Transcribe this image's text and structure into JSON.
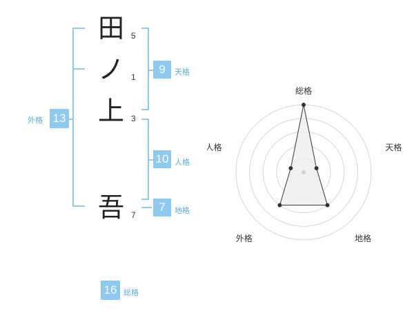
{
  "name_chars": [
    {
      "char": "田",
      "strokes": "5"
    },
    {
      "char": "ノ",
      "strokes": "1"
    },
    {
      "char": "上",
      "strokes": "3"
    },
    {
      "char": "吾",
      "strokes": "7"
    }
  ],
  "fortunes": {
    "tenkaku": {
      "value": "9",
      "label": "天格"
    },
    "jinkaku": {
      "value": "10",
      "label": "人格"
    },
    "chikaku": {
      "value": "7",
      "label": "地格"
    },
    "gaikaku": {
      "value": "13",
      "label": "外格"
    },
    "soukaku": {
      "value": "16",
      "label": "総格"
    }
  },
  "chart_data": {
    "type": "radar",
    "axes": [
      "総格",
      "天格",
      "地格",
      "外格",
      "人格"
    ],
    "values": [
      5,
      1,
      3,
      3,
      1
    ],
    "max": 5,
    "rings": 5,
    "fill": "#eeeeee",
    "line_color": "#333333"
  },
  "colors": {
    "accent": "#8ec9ef",
    "label": "#5aaee0"
  }
}
